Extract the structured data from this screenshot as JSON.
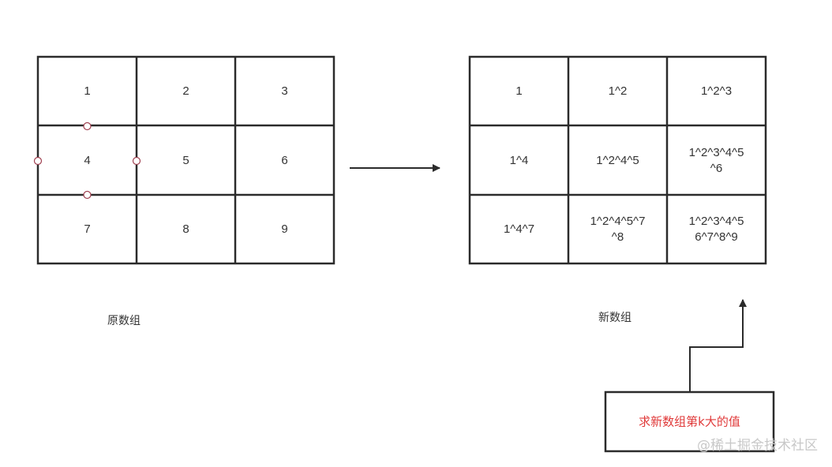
{
  "original_grid": {
    "cells": [
      "1",
      "2",
      "3",
      "4",
      "5",
      "6",
      "7",
      "8",
      "9"
    ],
    "caption": "原数组"
  },
  "new_grid": {
    "cells": [
      [
        "1"
      ],
      [
        "1^2"
      ],
      [
        "1^2^3"
      ],
      [
        "1^4"
      ],
      [
        "1^2^4^5"
      ],
      [
        "1^2^3^4^5",
        "^6"
      ],
      [
        "1^4^7"
      ],
      [
        "1^2^4^5^7",
        "^8"
      ],
      [
        "1^2^3^4^5",
        "6^7^8^9"
      ]
    ],
    "caption": "新数组"
  },
  "task_box": {
    "label": "求新数组第k大的值",
    "color": "#e03a3a"
  },
  "watermark": {
    "text": "@稀土掘金技术社区"
  },
  "colors": {
    "line": "#2b2b2b",
    "text": "#333333",
    "marker": "#a04050",
    "watermark": "#c8c8c8"
  }
}
